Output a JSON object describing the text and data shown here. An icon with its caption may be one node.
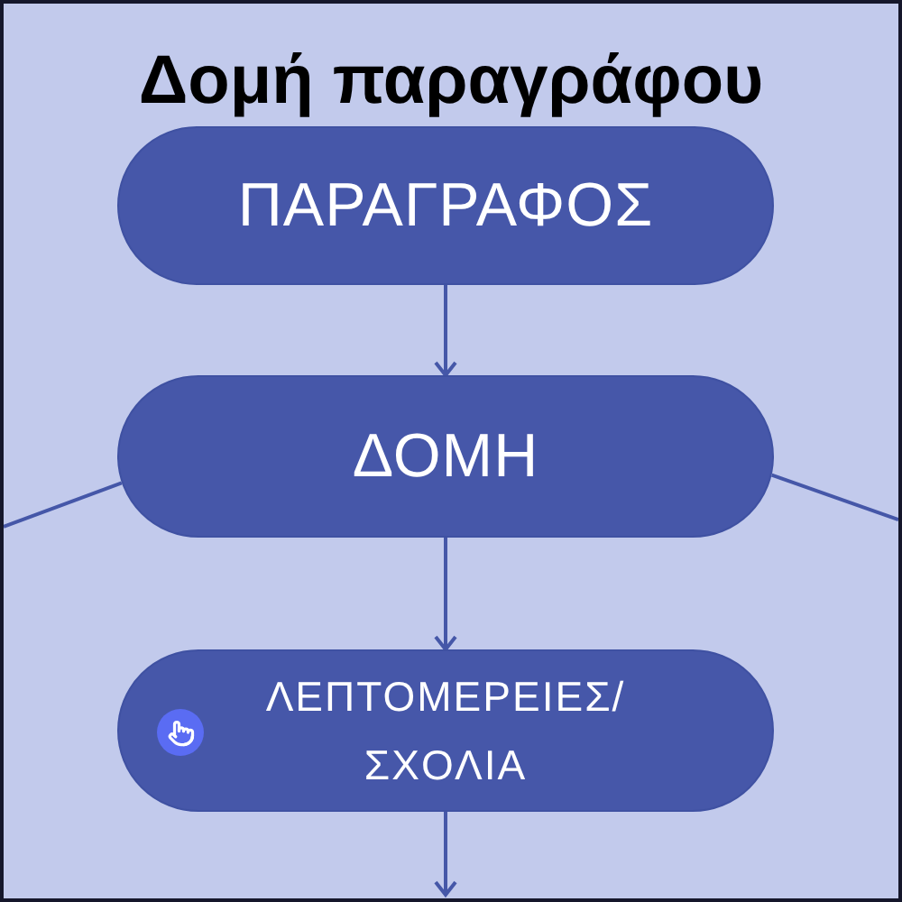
{
  "diagram": {
    "title": "Δομή παραγράφου",
    "nodes": [
      {
        "text": [
          "ΠΑΡΑΓΡΑΦΟΣ"
        ]
      },
      {
        "text": [
          "ΔΟΜΗ"
        ]
      },
      {
        "text": [
          "ΛΕΠΤΟΜΕΡΕΙΕΣ/ ΣΧΟΛΙΑ"
        ]
      }
    ],
    "edges": [
      {
        "from": 0,
        "to": 1,
        "arrow": "to"
      },
      {
        "from": 1,
        "to": 2,
        "arrow": "to"
      },
      {
        "from": 1,
        "to": null,
        "arrow": "none"
      },
      {
        "from": 1,
        "to": null,
        "arrow": "none"
      },
      {
        "from": 2,
        "to": null,
        "arrow": "to"
      }
    ]
  }
}
